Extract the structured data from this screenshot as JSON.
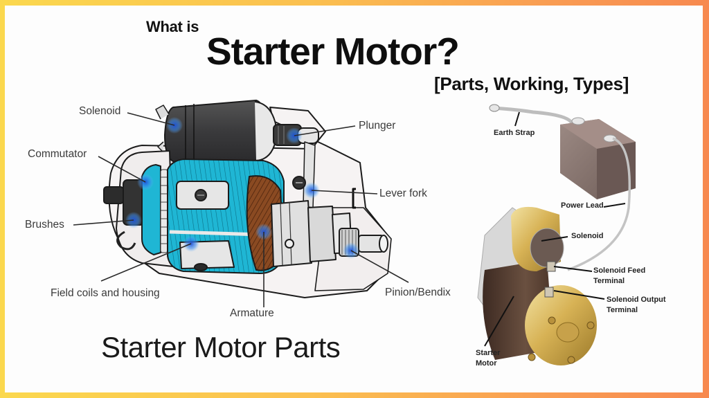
{
  "title": {
    "prefix": "What is",
    "main": "Starter Motor?",
    "subtitle": "[Parts, Working, Types]"
  },
  "left_diagram": {
    "caption": "Starter Motor Parts",
    "labels": {
      "solenoid": "Solenoid",
      "commutator": "Commutator",
      "brushes": "Brushes",
      "field_coils": "Field coils and housing",
      "armature": "Armature",
      "plunger": "Plunger",
      "lever_fork": "Lever fork",
      "pinion": "Pinion/Bendix"
    }
  },
  "right_diagram": {
    "labels": {
      "earth_strap": "Earth Strap",
      "power_lead": "Power Lead",
      "solenoid": "Solenoid",
      "feed_terminal_1": "Solenoid Feed",
      "feed_terminal_2": "Terminal",
      "output_terminal_1": "Solenoid Output",
      "output_terminal_2": "Terminal",
      "starter_motor_1": "Starter",
      "starter_motor_2": "Motor"
    }
  },
  "colors": {
    "frame_start": "#fbd84e",
    "frame_end": "#f7894f",
    "coil_teal": "#1fb6d4",
    "armature_brown": "#7a3f1c",
    "solenoid_dark": "#3d3d3f",
    "brass": "#d8b45a",
    "battery": "#8a7670",
    "highlight_blue": "#2f6fe0"
  }
}
